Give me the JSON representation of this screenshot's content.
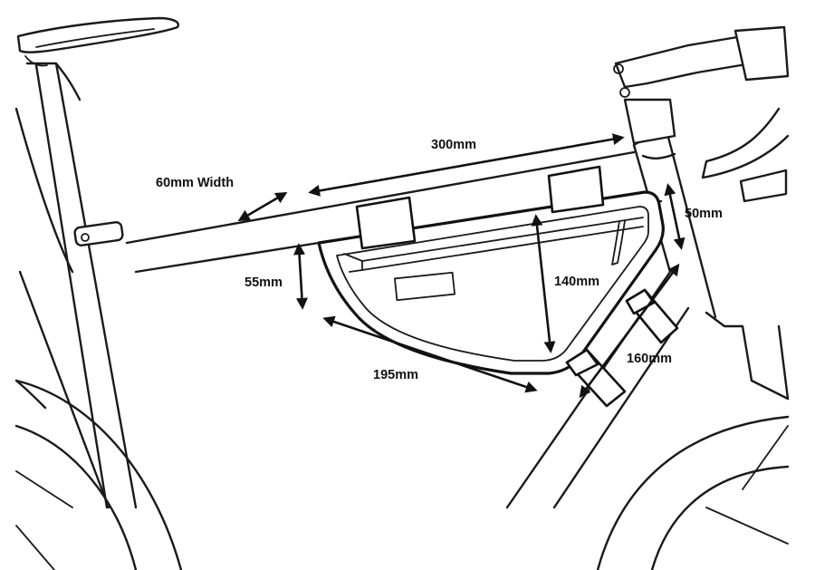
{
  "labels": {
    "width": "60mm Width",
    "top_length": "300mm",
    "front_height": "50mm",
    "rear_height": "55mm",
    "bag_height": "140mm",
    "bottom_length": "195mm",
    "front_length": "160mm"
  }
}
